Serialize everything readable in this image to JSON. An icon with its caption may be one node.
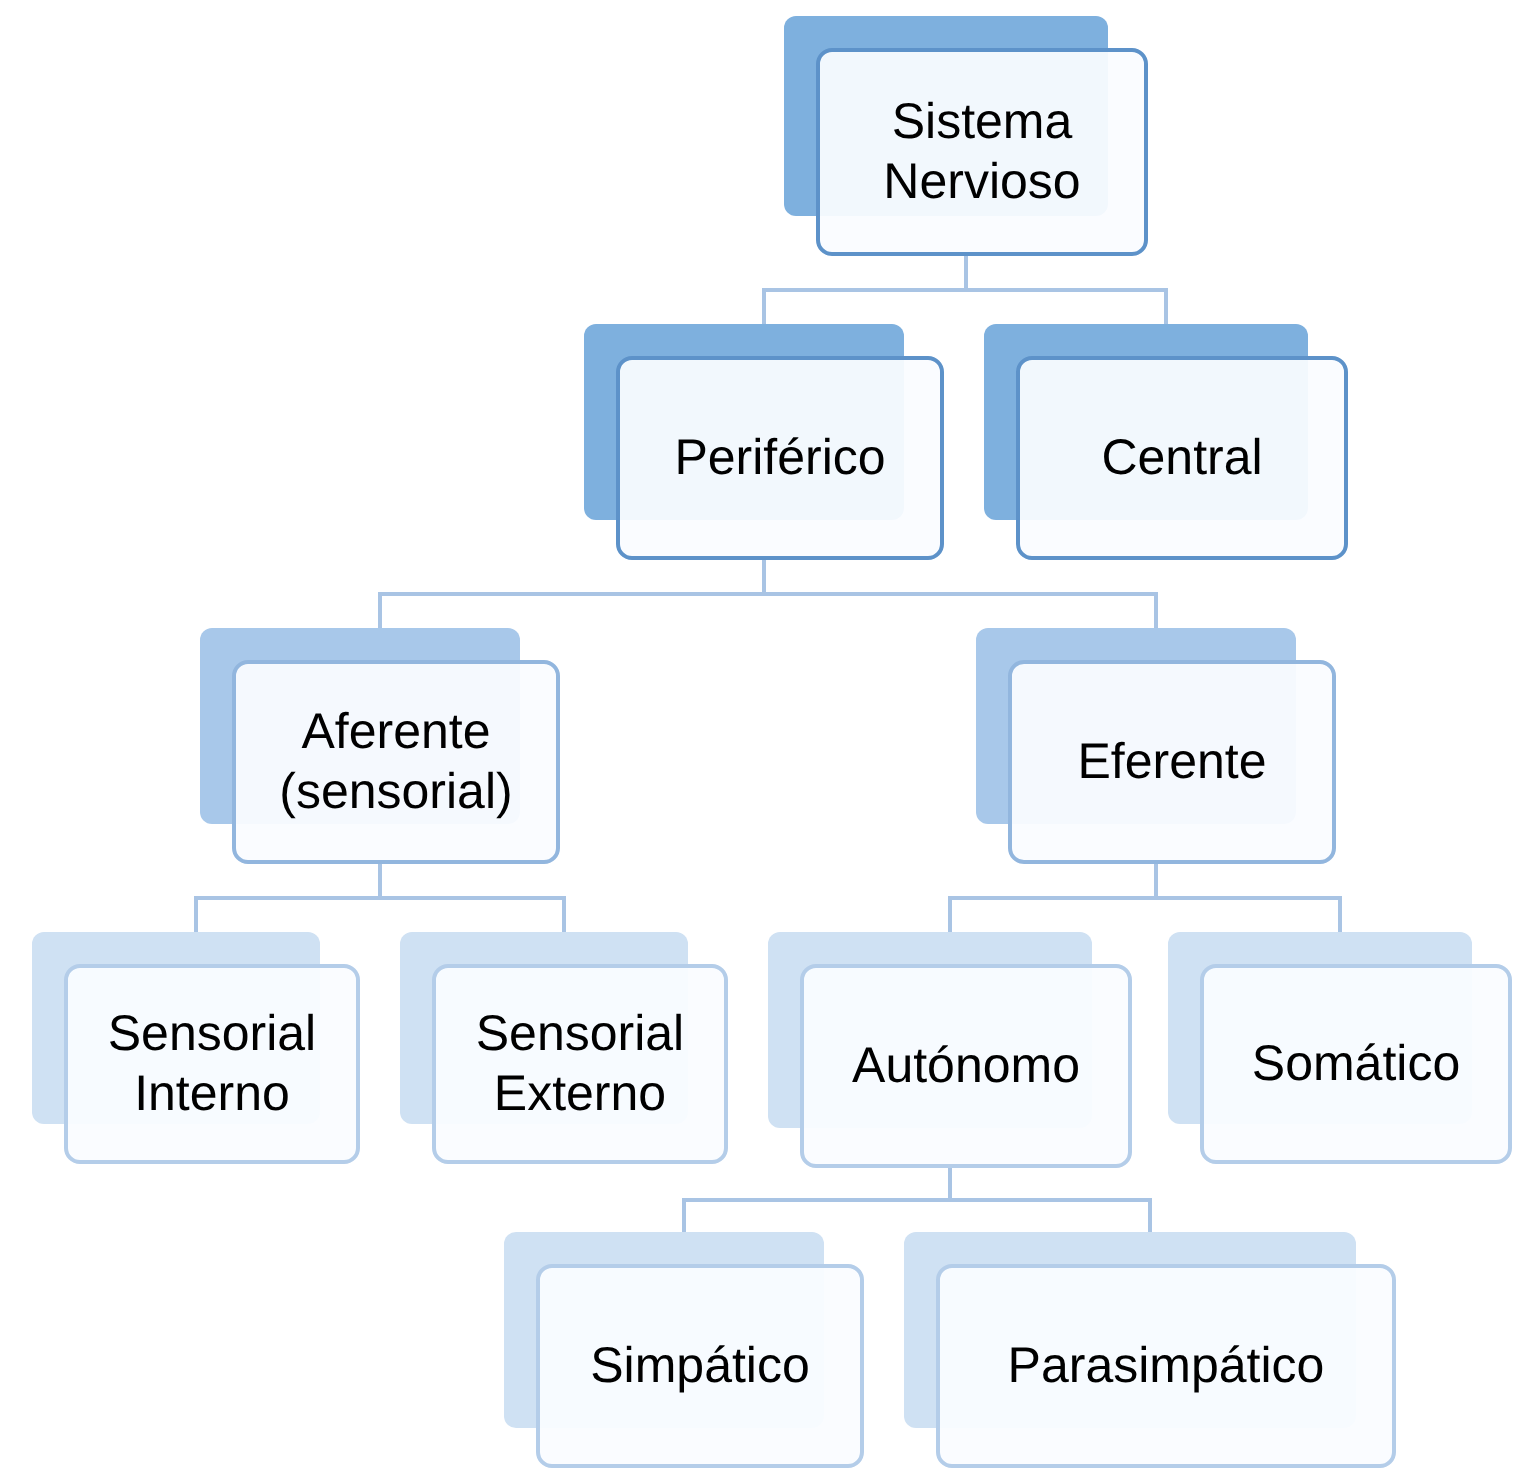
{
  "diagram": {
    "nodes": [
      {
        "text": [
          "Sistema Nervioso"
        ]
      },
      {
        "text": [
          "Periférico"
        ]
      },
      {
        "text": [
          "Central"
        ]
      },
      {
        "text": [
          "Aferente (sensorial)"
        ]
      },
      {
        "text": [
          "Eferente"
        ]
      },
      {
        "text": [
          "Sensorial Interno"
        ]
      },
      {
        "text": [
          "Sensorial Externo"
        ]
      },
      {
        "text": [
          "Autónomo"
        ]
      },
      {
        "text": [
          "Somático"
        ]
      },
      {
        "text": [
          "Simpático"
        ]
      },
      {
        "text": [
          "Parasimpático"
        ]
      }
    ],
    "edges": [
      {
        "from": 0,
        "to": 1,
        "arrow": "none"
      },
      {
        "from": 0,
        "to": 2,
        "arrow": "none"
      },
      {
        "from": 1,
        "to": 3,
        "arrow": "none"
      },
      {
        "from": 1,
        "to": 4,
        "arrow": "none"
      },
      {
        "from": 3,
        "to": 5,
        "arrow": "none"
      },
      {
        "from": 3,
        "to": 6,
        "arrow": "none"
      },
      {
        "from": 4,
        "to": 7,
        "arrow": "none"
      },
      {
        "from": 4,
        "to": 8,
        "arrow": "none"
      },
      {
        "from": 7,
        "to": 9,
        "arrow": "none"
      },
      {
        "from": 7,
        "to": 10,
        "arrow": "none"
      }
    ]
  }
}
